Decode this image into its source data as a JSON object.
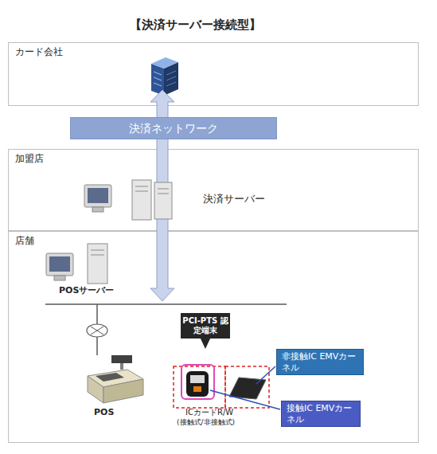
{
  "diagram": {
    "title": "【決済サーバー接続型】",
    "nodes": [
      {
        "text": [
          "カード会社"
        ]
      },
      {
        "text": [
          "決済ネットワーク"
        ]
      },
      {
        "text": [
          "加盟店"
        ]
      },
      {
        "text": [
          "店舗"
        ]
      },
      {
        "text": [
          "PCI-PTS 認定端末"
        ],
        "in": 3
      },
      {
        "text": [
          "非接触IC EMVカーネル"
        ],
        "in": 3
      },
      {
        "text": [
          "接触IC EMVカーネル"
        ],
        "in": 3
      }
    ],
    "labels": [
      "決済サーバー",
      "POSサーバー",
      "POS",
      "ICカードR/W",
      "(接触式/非接触式)"
    ]
  }
}
